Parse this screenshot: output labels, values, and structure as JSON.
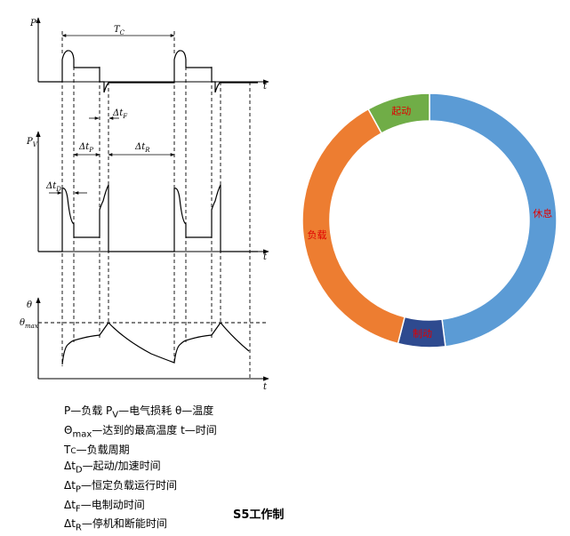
{
  "diagram": {
    "axis_labels": {
      "p": "P",
      "pv": "P",
      "pv_sub": "V",
      "theta": "θ",
      "theta_max": "θ",
      "theta_max_sub": "max",
      "t": "t"
    },
    "dims": {
      "tc": "T",
      "tc_sub": "C",
      "df": "Δt",
      "df_sub": "F",
      "dp": "Δt",
      "dp_sub": "P",
      "dr": "Δt",
      "dr_sub": "R",
      "dd": "Δt",
      "dd_sub": "D"
    }
  },
  "legend": [
    "P—负载  P",
    "Θmax—达到的最高温度   t—时间",
    "Tc—负载周期",
    "Δt",
    "Δt",
    "Δt",
    "Δt"
  ],
  "legend_rows": {
    "r1a": "P—负载  P",
    "r1b": "V",
    "r1c": "—电气损耗  θ—温度",
    "r2a": "Θ",
    "r2b": "max",
    "r2c": "—达到的最高温度   t—时间",
    "r3a": "T",
    "r3b": "C",
    "r3c": "—负载周期",
    "r4a": "Δt",
    "r4b": "D",
    "r4c": "—起动/加速时间",
    "r5a": "Δt",
    "r5b": "P",
    "r5c": "—恒定负载运行时间",
    "r6a": "Δt",
    "r6b": "F",
    "r6c": "—电制动时间",
    "r7a": "Δt",
    "r7b": "R",
    "r7c": "—停机和断能时间"
  },
  "caption": "S5工作制",
  "donut": {
    "segments": [
      {
        "label": "休息",
        "value": 48,
        "color": "#5b9bd5"
      },
      {
        "label": "制动",
        "value": 6,
        "color": "#2e4a8f"
      },
      {
        "label": "负载",
        "value": 38,
        "color": "#ed7d31"
      },
      {
        "label": "起动",
        "value": 8,
        "color": "#70ad47"
      }
    ],
    "label_color": "#e00000"
  }
}
